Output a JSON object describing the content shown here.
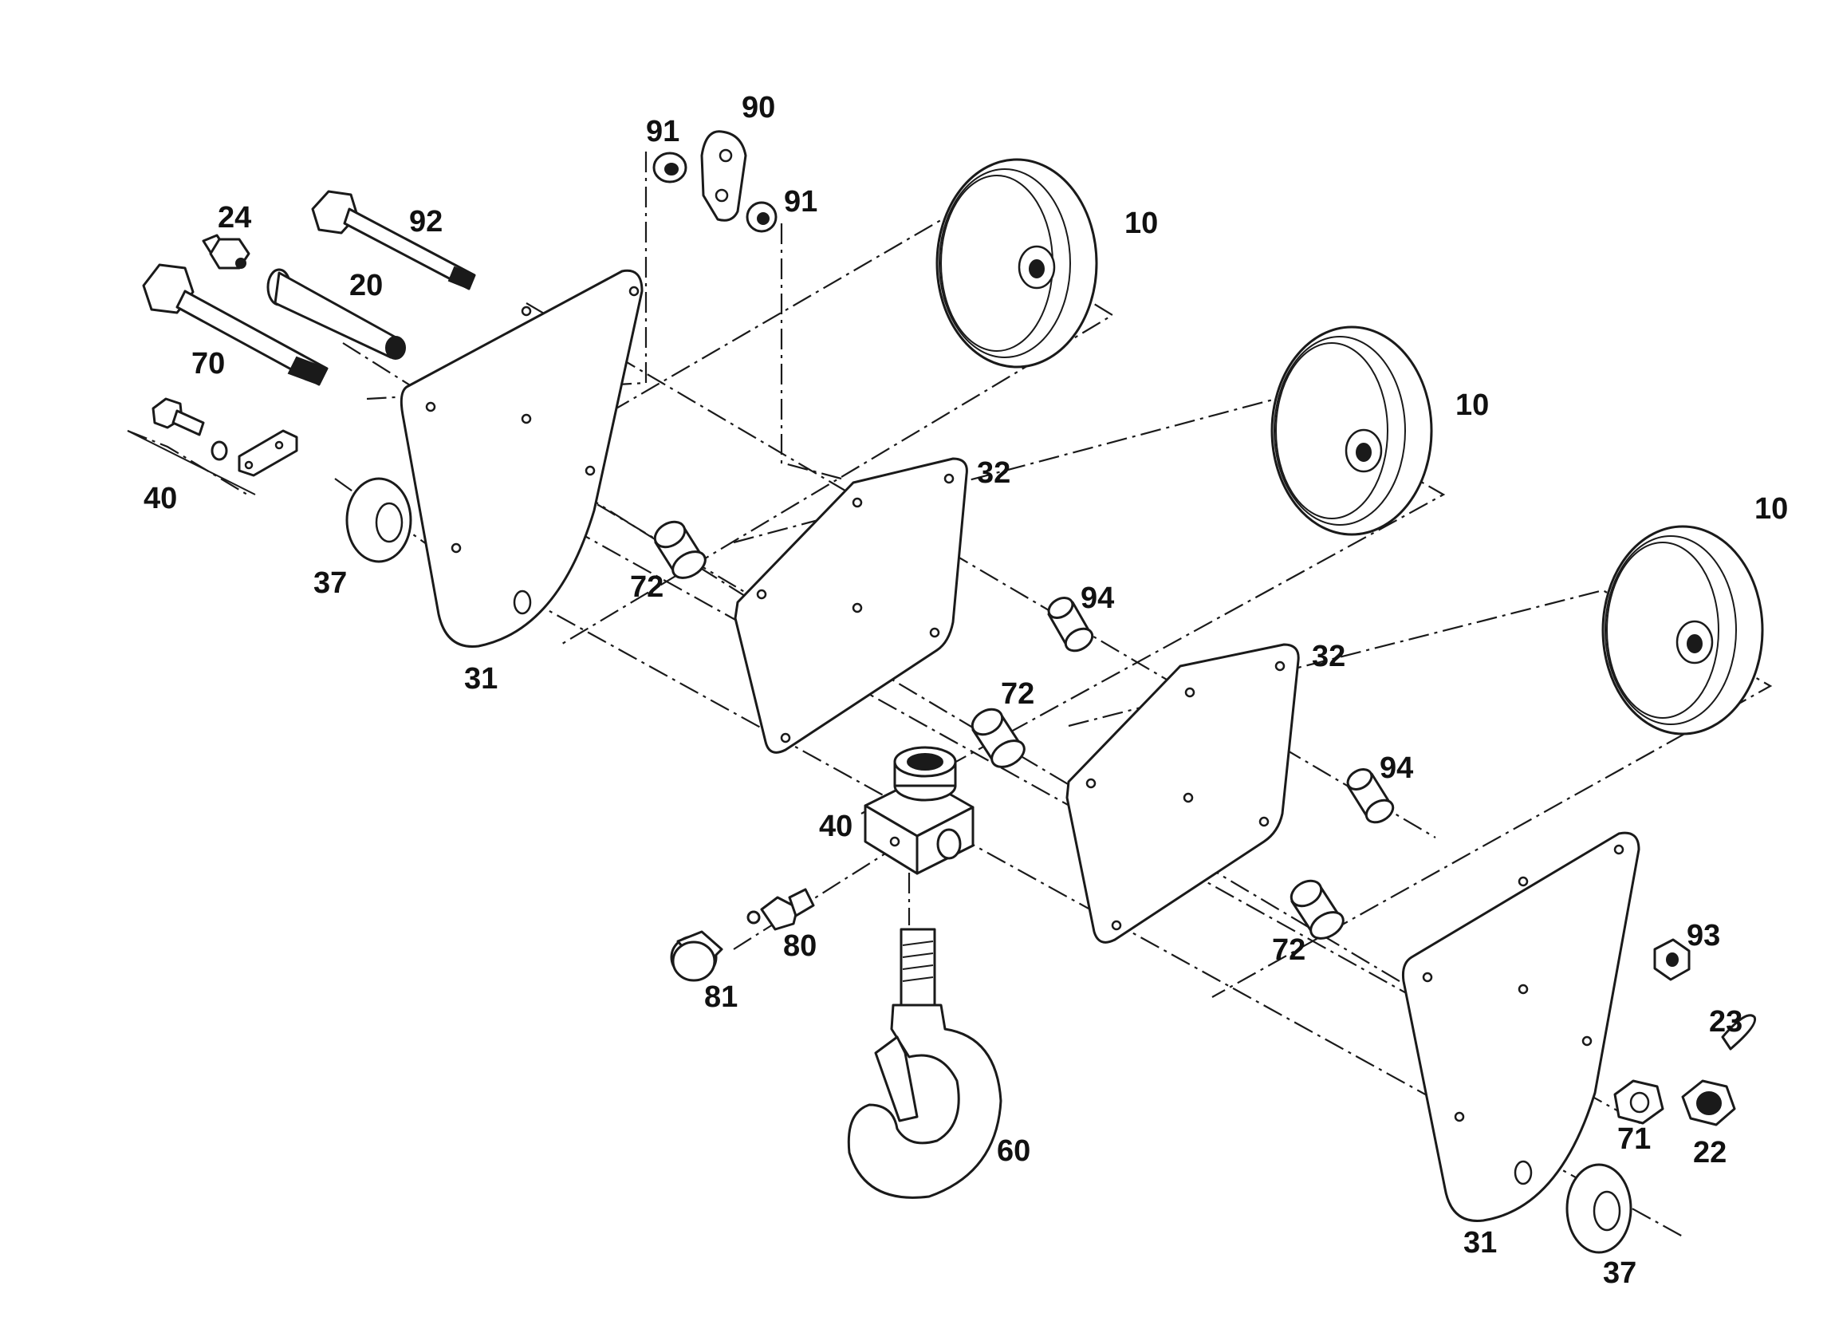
{
  "callouts": {
    "p90": "90",
    "p91_a": "91",
    "p91_b": "91",
    "p92": "92",
    "p24": "24",
    "p20": "20",
    "p70": "70",
    "p40_a": "40",
    "p37_a": "37",
    "p31_a": "31",
    "p72_a": "72",
    "p10_a": "10",
    "p10_b": "10",
    "p10_c": "10",
    "p32_a": "32",
    "p32_b": "32",
    "p94_a": "94",
    "p94_b": "94",
    "p72_b": "72",
    "p72_c": "72",
    "p40_b": "40",
    "p80": "80",
    "p81": "81",
    "p60": "60",
    "p93": "93",
    "p23": "23",
    "p71": "71",
    "p22": "22",
    "p31_b": "31",
    "p37_b": "37"
  }
}
